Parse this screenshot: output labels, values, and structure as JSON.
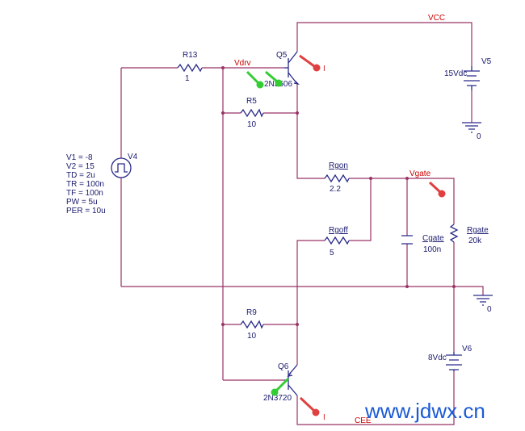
{
  "nets": {
    "vcc": "VCC",
    "cee": "CEE",
    "vdrv": "Vdrv",
    "vgate": "Vgate"
  },
  "components": {
    "r13": {
      "name": "R13",
      "value": "1"
    },
    "r5": {
      "name": "R5",
      "value": "10"
    },
    "r9": {
      "name": "R9",
      "value": "10"
    },
    "rgon": {
      "name": "Rgon",
      "value": "2.2"
    },
    "rgoff": {
      "name": "Rgoff",
      "value": "5"
    },
    "rgate": {
      "name": "Rgate",
      "value": "20k"
    },
    "cgate": {
      "name": "Cgate",
      "value": "100n"
    },
    "q5": {
      "name": "Q5",
      "model": "2N3506"
    },
    "q6": {
      "name": "Q6",
      "model": "2N3720"
    },
    "v4": {
      "name": "V4"
    },
    "v5": {
      "name": "V5",
      "value": "15Vdc"
    },
    "v6": {
      "name": "V6",
      "value": "8Vdc"
    }
  },
  "v4_params": [
    "V1 = -8",
    "V2 = 15",
    "TD = 2u",
    "TR = 100n",
    "TF = 100n",
    "PW = 5u",
    "PER = 10u"
  ],
  "ground_labels": {
    "top": "0",
    "mid": "0"
  },
  "probe_label": "I",
  "watermark": "www.jdwx.cn",
  "colors": {
    "wire": "#993366",
    "component": "#2a2a8a",
    "net_label": "#cc0000",
    "probe_current": "#e04040",
    "probe_voltage": "#33cc33",
    "watermark": "#1a5ad6"
  }
}
